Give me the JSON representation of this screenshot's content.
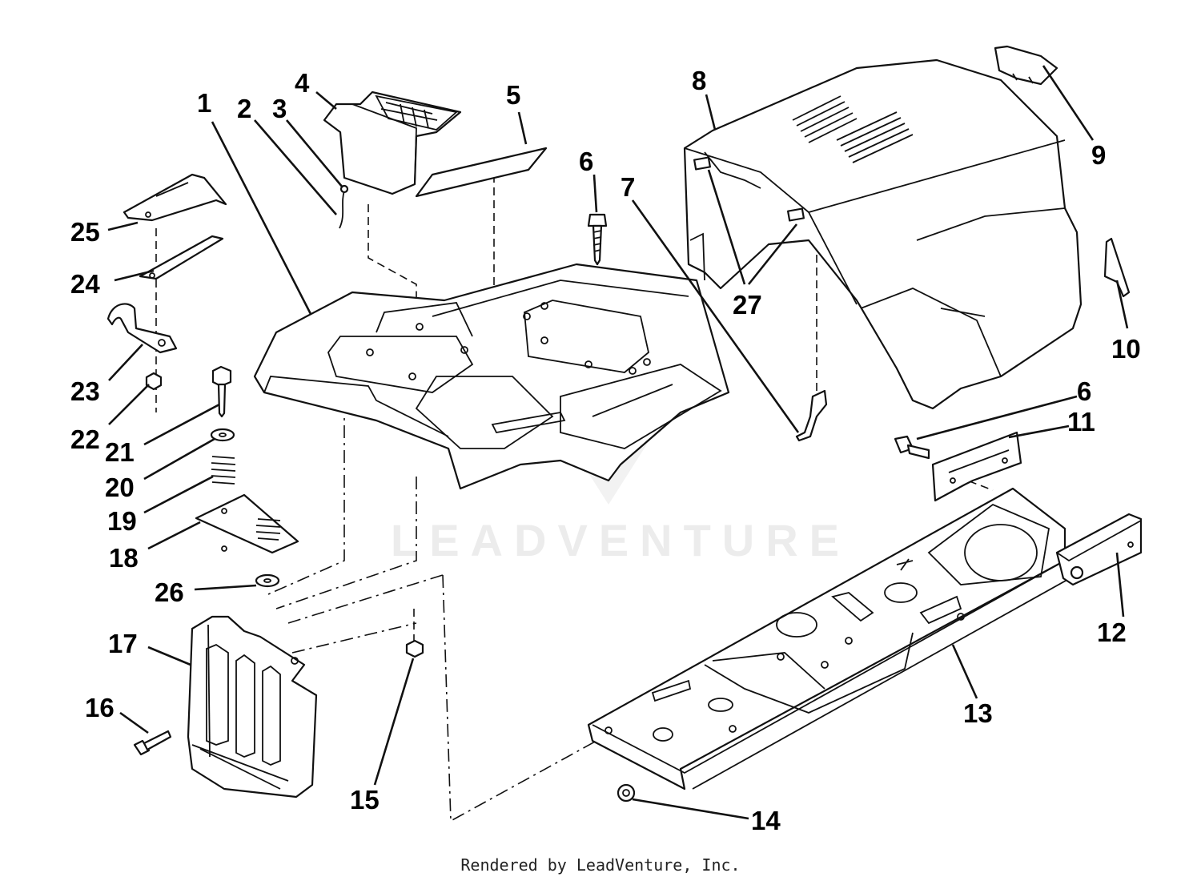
{
  "diagram": {
    "callouts": [
      {
        "id": "1",
        "label": "1"
      },
      {
        "id": "2",
        "label": "2"
      },
      {
        "id": "3",
        "label": "3"
      },
      {
        "id": "4",
        "label": "4"
      },
      {
        "id": "5",
        "label": "5"
      },
      {
        "id": "6a",
        "label": "6"
      },
      {
        "id": "6b",
        "label": "6"
      },
      {
        "id": "7",
        "label": "7"
      },
      {
        "id": "8",
        "label": "8"
      },
      {
        "id": "9",
        "label": "9"
      },
      {
        "id": "10",
        "label": "10"
      },
      {
        "id": "11",
        "label": "11"
      },
      {
        "id": "12",
        "label": "12"
      },
      {
        "id": "13",
        "label": "13"
      },
      {
        "id": "14",
        "label": "14"
      },
      {
        "id": "15",
        "label": "15"
      },
      {
        "id": "16",
        "label": "16"
      },
      {
        "id": "17",
        "label": "17"
      },
      {
        "id": "18",
        "label": "18"
      },
      {
        "id": "19",
        "label": "19"
      },
      {
        "id": "20",
        "label": "20"
      },
      {
        "id": "21",
        "label": "21"
      },
      {
        "id": "22",
        "label": "22"
      },
      {
        "id": "23",
        "label": "23"
      },
      {
        "id": "24",
        "label": "24"
      },
      {
        "id": "25",
        "label": "25"
      },
      {
        "id": "26",
        "label": "26"
      },
      {
        "id": "27",
        "label": "27"
      }
    ],
    "watermark": "LEADVENTURE"
  },
  "footer": {
    "text": "Rendered by LeadVenture, Inc."
  }
}
